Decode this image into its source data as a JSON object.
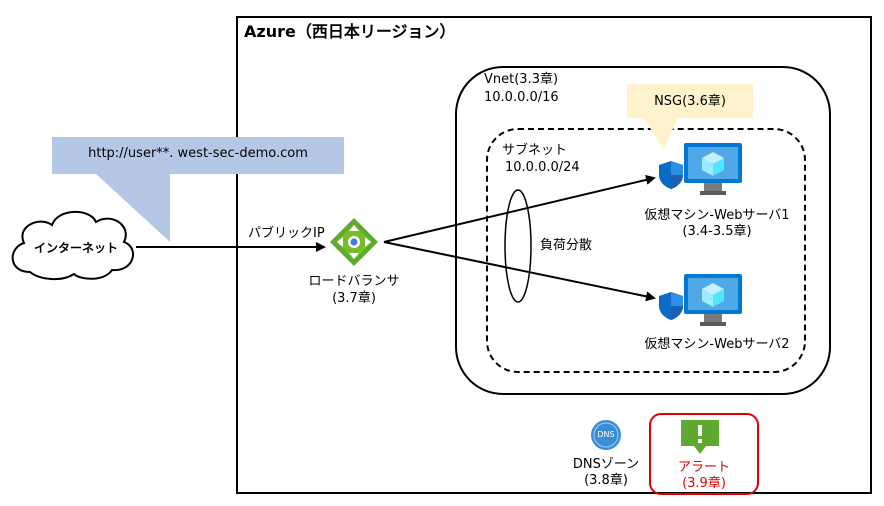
{
  "region_title": "Azure（西日本リージョン）",
  "internet": {
    "label": "インターネット"
  },
  "url_callout": {
    "text": "http://user**. west-sec-demo.com"
  },
  "public_ip": {
    "label": "パブリックIP"
  },
  "load_balancer": {
    "label": "ロードバランサ",
    "chapter": "(3.7章)"
  },
  "vnet": {
    "label": "Vnet(3.3章)",
    "cidr": "10.0.0.0/16"
  },
  "subnet": {
    "label": "サブネット",
    "cidr": "10.0.0.0/24"
  },
  "nsg": {
    "label": "NSG(3.6章)"
  },
  "load_distribution": {
    "label": "負荷分散"
  },
  "vm1": {
    "label": "仮想マシン-Webサーバ1",
    "chapter": "(3.4-3.5章)"
  },
  "vm2": {
    "label": "仮想マシン-Webサーバ2"
  },
  "dns": {
    "icon_text": "DNS",
    "label": "DNSゾーン",
    "chapter": "(3.8章)"
  },
  "alert": {
    "label": "アラート",
    "chapter": "(3.9章)"
  },
  "colors": {
    "alert_red": "#e00000",
    "callout_blue": "#b4c7e7",
    "callout_yellow": "#fff2cc",
    "azure_blue": "#0078d4",
    "lb_green": "#5ea92f"
  }
}
